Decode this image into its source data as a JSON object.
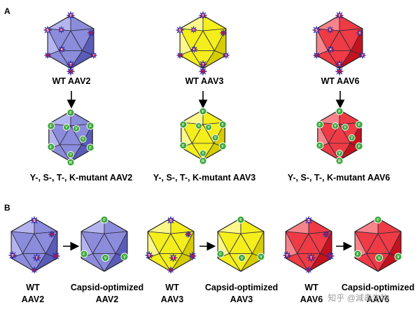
{
  "panels": {
    "a": {
      "letter": "A"
    },
    "b": {
      "letter": "B"
    }
  },
  "colors": {
    "aav2": {
      "base": "#8c8cdc",
      "dark": "#5b5bb8",
      "light": "#b4b4ee"
    },
    "aav3": {
      "base": "#f4ee1c",
      "dark": "#d6cc00",
      "light": "#fbf78a"
    },
    "aav6": {
      "base": "#ef3b45",
      "dark": "#c4121e",
      "light": "#f7848a"
    },
    "wt_star": "#3b3bd0",
    "wt_star_core": "#c0123a",
    "mutant_circle": "#3aa83a"
  },
  "panel_a": {
    "wt_labels": [
      "WT AAV2",
      "WT AAV3",
      "WT AAV6"
    ],
    "mutant_labels": [
      "Y-, S-, T-, K-mutant AAV2",
      "Y-, S-, T-, K-mutant AAV3",
      "Y-, S-, T-, K-mutant AAV6"
    ],
    "wt_site_letters": [
      "S",
      "S",
      "T",
      "K",
      "Y"
    ],
    "mutant_site_letters": [
      "F",
      "V",
      "V",
      "F",
      "V",
      "R",
      "F",
      "V"
    ]
  },
  "panel_b": {
    "labels_line1": [
      "WT",
      "Capsid-optimized",
      "WT",
      "Capsid-optimized",
      "WT",
      "Capsid-optimized"
    ],
    "labels_line2": [
      "AAV2",
      "AAV2",
      "AAV3",
      "AAV3",
      "AAV6",
      "AAV6"
    ],
    "site_letters": [
      "S",
      "Y",
      "T",
      "F",
      "V",
      "V"
    ]
  },
  "watermark": "知乎 @減毒生物"
}
